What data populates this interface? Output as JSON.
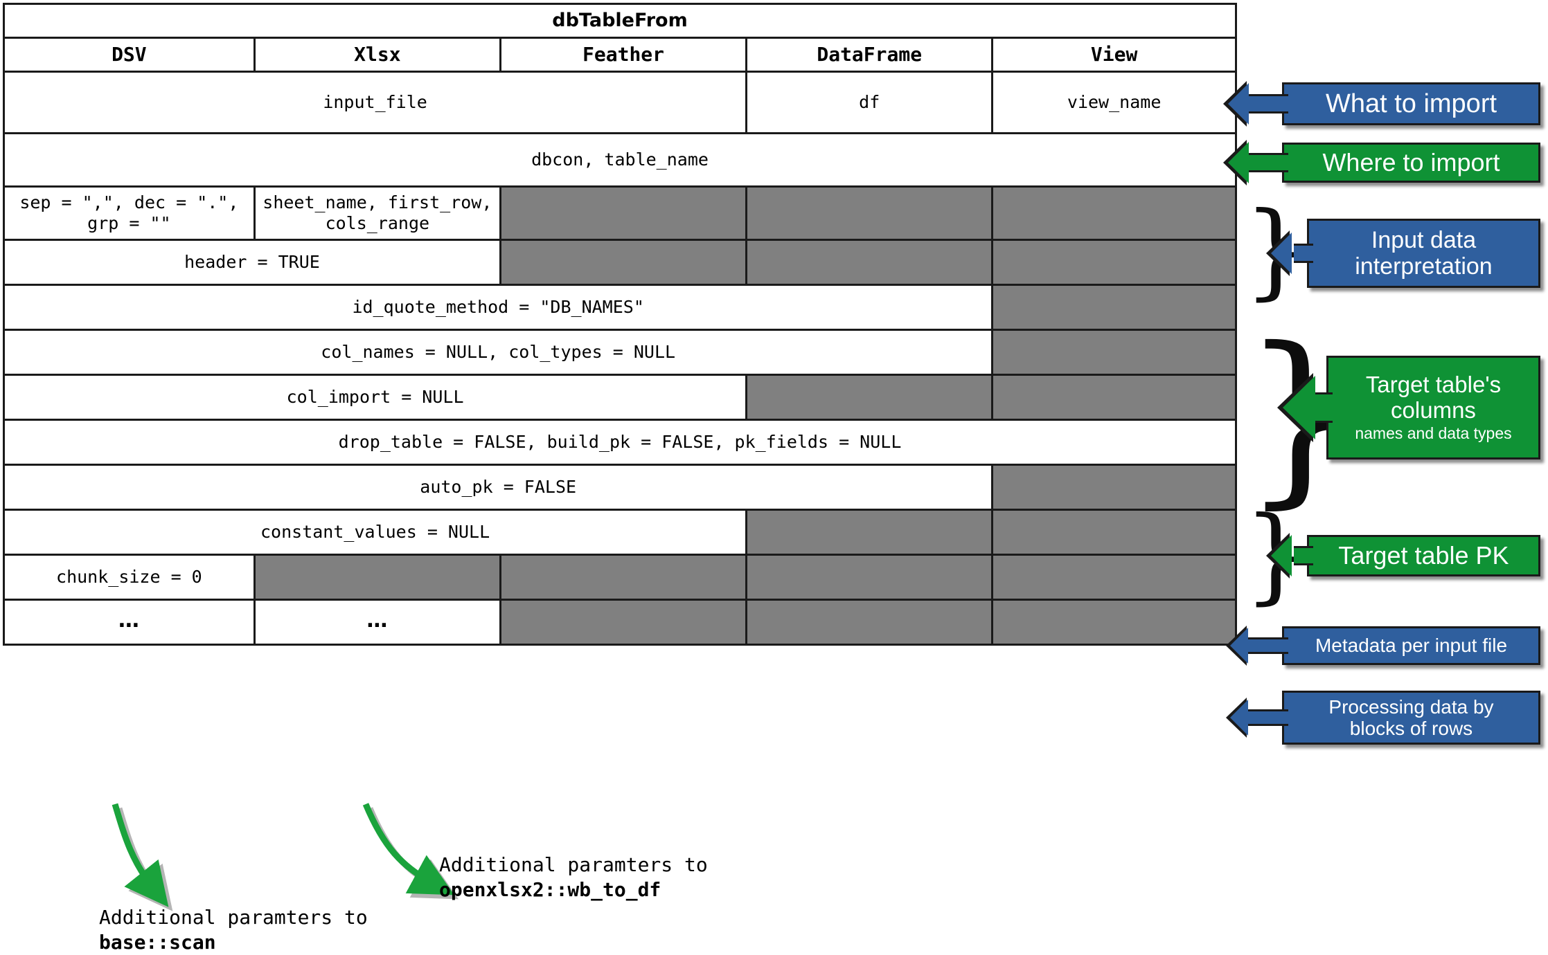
{
  "table": {
    "title": "dbTableFrom",
    "columns": [
      "DSV",
      "Xlsx",
      "Feather",
      "DataFrame",
      "View"
    ],
    "rows": [
      {
        "kind": "span",
        "cells": [
          {
            "text": "input_file",
            "span": 3,
            "grey": false
          },
          {
            "text": "df",
            "span": 1,
            "grey": false
          },
          {
            "text": "view_name",
            "span": 1,
            "grey": false
          }
        ]
      },
      {
        "kind": "span",
        "cells": [
          {
            "text": "dbcon, table_name",
            "span": 5,
            "grey": false
          }
        ]
      },
      {
        "kind": "span",
        "cells": [
          {
            "text": "sep = \",\", dec = \".\",\ngrp = \"\"",
            "span": 1,
            "grey": false
          },
          {
            "text": "sheet_name, first_row,\ncols_range",
            "span": 1,
            "grey": false
          },
          {
            "text": "",
            "span": 1,
            "grey": true
          },
          {
            "text": "",
            "span": 1,
            "grey": true
          },
          {
            "text": "",
            "span": 1,
            "grey": true
          }
        ]
      },
      {
        "kind": "span",
        "cells": [
          {
            "text": "header = TRUE",
            "span": 2,
            "grey": false
          },
          {
            "text": "",
            "span": 1,
            "grey": true
          },
          {
            "text": "",
            "span": 1,
            "grey": true
          },
          {
            "text": "",
            "span": 1,
            "grey": true
          }
        ]
      },
      {
        "kind": "span",
        "cells": [
          {
            "text": "id_quote_method = \"DB_NAMES\"",
            "span": 4,
            "grey": false
          },
          {
            "text": "",
            "span": 1,
            "grey": true
          }
        ]
      },
      {
        "kind": "span",
        "cells": [
          {
            "text": "col_names = NULL, col_types = NULL",
            "span": 4,
            "grey": false
          },
          {
            "text": "",
            "span": 1,
            "grey": true
          }
        ]
      },
      {
        "kind": "span",
        "cells": [
          {
            "text": "col_import = NULL",
            "span": 3,
            "grey": false
          },
          {
            "text": "",
            "span": 1,
            "grey": true
          },
          {
            "text": "",
            "span": 1,
            "grey": true
          }
        ]
      },
      {
        "kind": "span",
        "cells": [
          {
            "text": "drop_table = FALSE, build_pk = FALSE, pk_fields = NULL",
            "span": 5,
            "grey": false
          }
        ]
      },
      {
        "kind": "span",
        "cells": [
          {
            "text": "auto_pk = FALSE",
            "span": 4,
            "grey": false
          },
          {
            "text": "",
            "span": 1,
            "grey": true
          }
        ]
      },
      {
        "kind": "span",
        "cells": [
          {
            "text": "constant_values = NULL",
            "span": 3,
            "grey": false
          },
          {
            "text": "",
            "span": 1,
            "grey": true
          },
          {
            "text": "",
            "span": 1,
            "grey": true
          }
        ]
      },
      {
        "kind": "span",
        "cells": [
          {
            "text": "chunk_size = 0",
            "span": 1,
            "grey": false
          },
          {
            "text": "",
            "span": 1,
            "grey": true
          },
          {
            "text": "",
            "span": 1,
            "grey": true
          },
          {
            "text": "",
            "span": 1,
            "grey": true
          },
          {
            "text": "",
            "span": 1,
            "grey": true
          }
        ]
      },
      {
        "kind": "dots",
        "cells": [
          {
            "text": "…",
            "span": 1,
            "grey": false
          },
          {
            "text": "…",
            "span": 1,
            "grey": false
          },
          {
            "text": "",
            "span": 1,
            "grey": true
          },
          {
            "text": "",
            "span": 1,
            "grey": true
          },
          {
            "text": "",
            "span": 1,
            "grey": true
          }
        ]
      }
    ]
  },
  "callouts": [
    {
      "id": "what-to-import",
      "label": "What to import",
      "sub": "",
      "color": "blue"
    },
    {
      "id": "where-to-import",
      "label": "Where to import",
      "sub": "",
      "color": "green"
    },
    {
      "id": "input-data-interp",
      "label": "Input data\ninterpretation",
      "sub": "",
      "color": "blue"
    },
    {
      "id": "target-table-columns",
      "label": "Target table's\ncolumns",
      "sub": "names and data types",
      "color": "green"
    },
    {
      "id": "target-table-pk",
      "label": "Target table PK",
      "sub": "",
      "color": "green"
    },
    {
      "id": "metadata-per-file",
      "label": "Metadata per input file",
      "sub": "",
      "color": "blue"
    },
    {
      "id": "processing-blocks",
      "label": "Processing data by\nblocks of rows",
      "sub": "",
      "color": "blue"
    }
  ],
  "notes": [
    {
      "id": "note-scan",
      "line1": "Additional paramters to",
      "line2": "base::scan"
    },
    {
      "id": "note-openxlsx",
      "line1": "Additional paramters to",
      "line2": "openxlsx2::wb_to_df"
    }
  ],
  "colors": {
    "blue": "#2f5f9e",
    "green": "#0f9235",
    "grey_cell": "#808080",
    "border": "#1a1a1a",
    "arrow_green": "#13a538"
  }
}
